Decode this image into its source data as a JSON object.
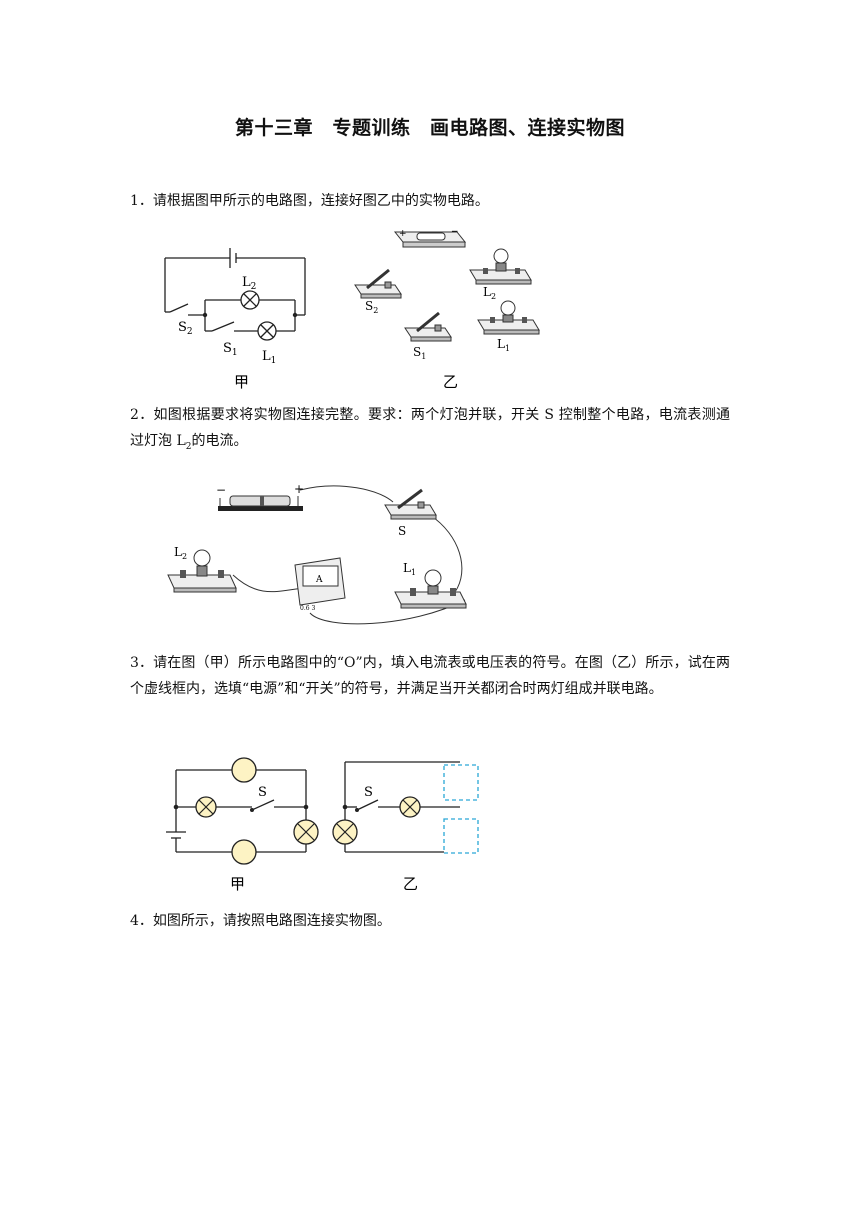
{
  "title": "第十三章　专题训练　画电路图、连接实物图",
  "q1": {
    "text": "1．请根据图甲所示的电路图，连接好图乙中的实物电路。",
    "fig_jia": {
      "l2": "L",
      "l2_sub": "2",
      "s2": "S",
      "s2_sub": "2",
      "s1": "S",
      "s1_sub": "1",
      "l1": "L",
      "l1_sub": "1",
      "caption": "甲"
    },
    "fig_yi": {
      "s2": "S",
      "s2_sub": "2",
      "l2": "L",
      "l2_sub": "2",
      "s1": "S",
      "s1_sub": "1",
      "l1": "L",
      "l1_sub": "1",
      "plus": "+",
      "minus": "−",
      "caption": "乙"
    }
  },
  "q2": {
    "text_a": "2．如图根据要求将实物图连接完整。要求：两个灯泡并联，开关 S 控制整个电路，电流表测通过灯泡 L",
    "text_sub": "2",
    "text_b": "的电流。",
    "fig": {
      "minus": "−",
      "plus": "+",
      "s": "S",
      "l2": "L",
      "l2_sub": "2",
      "l1": "L",
      "l1_sub": "1",
      "meter": "A",
      "terminals": "0.6 3"
    }
  },
  "q3": {
    "text": "3．请在图（甲）所示电路图中的“O”内，填入电流表或电压表的符号。在图（乙）所示，试在两个虚线框内，选填“电源”和“开关”的符号，并满足当开关都闭合时两灯组成并联电路。",
    "fig_jia": {
      "s": "S",
      "caption": "甲"
    },
    "fig_yi": {
      "s": "S",
      "caption": "乙"
    },
    "colors": {
      "bulb_fill": "#fdf3c4",
      "dashed_box": "#2aa7d6"
    }
  },
  "q4": {
    "text": "4．如图所示，请按照电路图连接实物图。"
  }
}
